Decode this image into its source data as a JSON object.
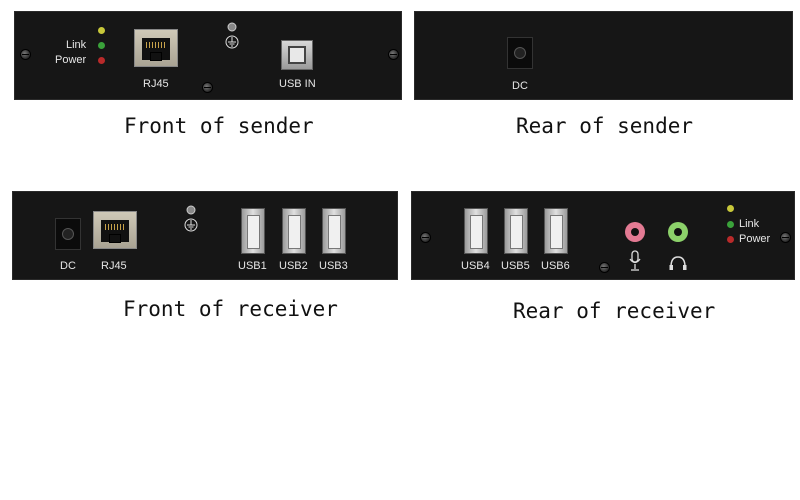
{
  "panels": {
    "front_sender": {
      "caption": "Front of sender",
      "leds": [
        "Link",
        "Power"
      ],
      "ports": {
        "rj45": "RJ45",
        "usb_in": "USB IN"
      }
    },
    "rear_sender": {
      "caption": "Rear of sender",
      "ports": {
        "dc": "DC"
      }
    },
    "front_receiver": {
      "caption": "Front of receiver",
      "ports": {
        "dc": "DC",
        "rj45": "RJ45",
        "usb1": "USB1",
        "usb2": "USB2",
        "usb3": "USB3"
      }
    },
    "rear_receiver": {
      "caption": "Rear of receiver",
      "leds": [
        "Link",
        "Power"
      ],
      "ports": {
        "usb4": "USB4",
        "usb5": "USB5",
        "usb6": "USB6"
      }
    }
  },
  "colors": {
    "panel": "#161616",
    "led_top": "#c8c83a",
    "led_link": "#3aa23a",
    "led_power": "#b92a2a",
    "mic_jack": "#e37a93",
    "headphone_jack": "#8cd16a"
  },
  "icons": [
    "ground-icon",
    "microphone-icon",
    "headphone-icon"
  ]
}
